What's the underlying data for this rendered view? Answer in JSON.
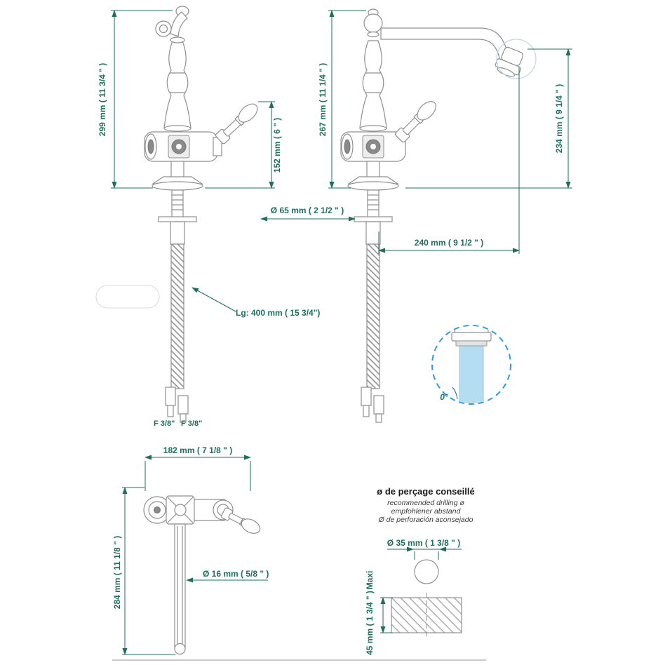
{
  "colors": {
    "dimension_green": "#1d6f5b",
    "detail_outline_blue": "#2f9bd8",
    "water_blue": "#b5ddf2"
  },
  "side_view": {
    "total_height": "299 mm ( 11 3/4 \" )",
    "lever_height": "152 mm ( 6 \" )",
    "hose_length": "Lg: 400 mm ( 15 3/4\")",
    "fitting_left": "F 3/8\"",
    "fitting_right": "F 3/8\""
  },
  "front_view": {
    "total_height": "267 mm ( 11 1/4 \" )",
    "spout_height": "234 mm ( 9 1/4 \" )",
    "spout_reach": "240 mm ( 9 1/2 \" )",
    "base_diameter": "Ø 65 mm ( 2 1/2 \" )",
    "flow_angle": "0°"
  },
  "bottom_view": {
    "body_width": "182 mm ( 7 1/8 \" )",
    "shank_height": "284 mm ( 11 1/8 \" )",
    "pipe_diameter": "Ø 16 mm ( 5/8 \" )"
  },
  "drilling_guide": {
    "title": "ø de perçage conseillé",
    "subtitle_en": "recommended drilling ø",
    "subtitle_de": "empfohlener abstand",
    "subtitle_es": "Ø de perforación aconsejado",
    "hole_diameter": "Ø 35 mm ( 1 3/8 \" )",
    "maxi_label": "Maxi",
    "max_thickness": "45 mm ( 1 3/4 \" )"
  }
}
